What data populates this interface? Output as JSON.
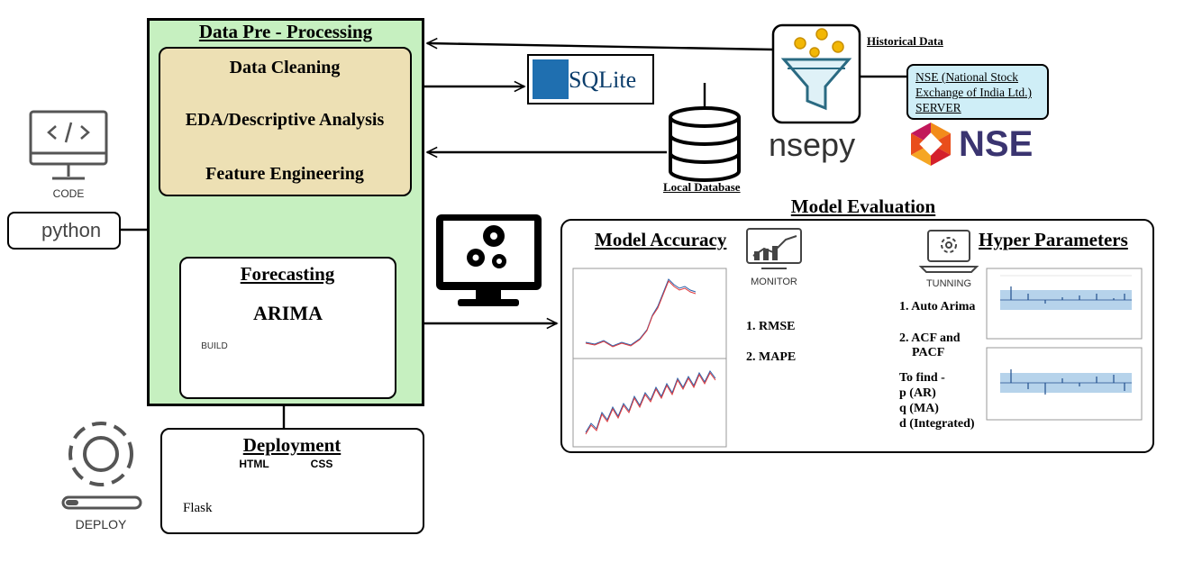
{
  "preprocessing": {
    "title": "Data Pre - Processing",
    "steps": [
      "Data Cleaning",
      "EDA/Descriptive Analysis",
      "Feature Engineering"
    ]
  },
  "forecasting": {
    "title": "Forecasting",
    "model": "ARIMA",
    "build_label": "BUILD"
  },
  "deployment": {
    "title": "Deployment",
    "flask_label": "Flask",
    "html_label": "HTML",
    "css_label": "CSS"
  },
  "left_icons": {
    "code_label": "CODE",
    "python_label": "python",
    "deploy_label": "DEPLOY"
  },
  "database": {
    "sqlite_label": "SQLite",
    "local_label": "Local Database"
  },
  "source": {
    "historical_label": "Historical Data",
    "nse_server_lines": [
      "NSE (National Stock",
      "Exchange of India Ltd.)",
      "SERVER"
    ],
    "nsepy_label": "nsepy",
    "nse_logo_text": "NSE"
  },
  "evaluation": {
    "title": "Model Evaluation",
    "accuracy_title": "Model Accuracy",
    "monitor_label": "MONITOR",
    "metrics": [
      "1. RMSE",
      "2. MAPE"
    ],
    "hyper_title": "Hyper Parameters",
    "tuning_label": "TUNNING",
    "hyper_items": [
      "1. Auto Arima",
      "2. ACF and",
      "PACF",
      "To find -",
      "p (AR)",
      "q (MA)",
      "d (Integrated)"
    ]
  },
  "colors": {
    "preprocessing_bg": "#c6f0c0",
    "steps_bg": "#ede0b4",
    "nse_server_bg": "#cfeef7",
    "html_orange": "#e4572e",
    "css_blue": "#1e6fb8",
    "forecast_blue": "#2b5fa8",
    "actual_red": "#e0383b",
    "band_blue": "#a9cbe8"
  }
}
